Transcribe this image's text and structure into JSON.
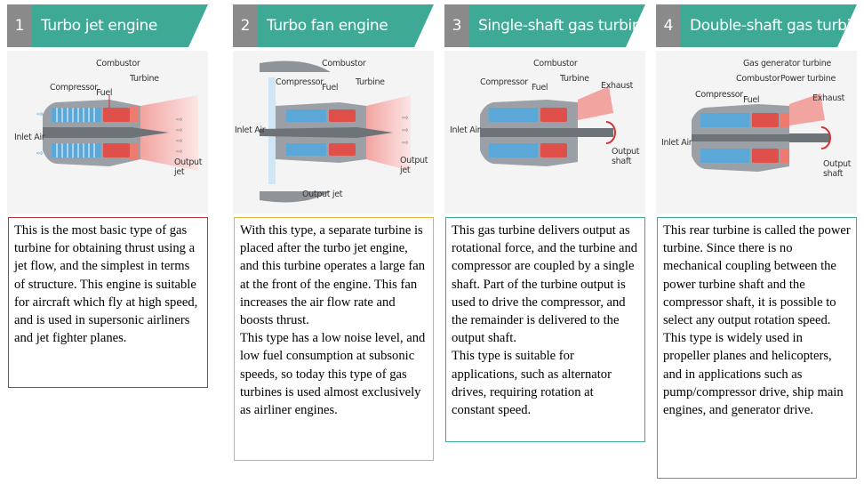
{
  "cards": [
    {
      "number": "1",
      "title": "Turbo jet engine",
      "labels": {
        "combustor": "Combustor",
        "turbine": "Turbine",
        "compressor": "Compressor",
        "fuel": "Fuel",
        "inlet_air": "Inlet Air",
        "output_jet": "Output\njet"
      },
      "description": "This is the most basic type of gas turbine for obtaining thrust using a jet flow, and the simplest in terms of structure. This engine is suitable for aircraft which fly at high speed, and is used in supersonic airliners and jet fighter planes.",
      "border_color": "#b33a3a"
    },
    {
      "number": "2",
      "title": "Turbo fan engine",
      "labels": {
        "combustor": "Combustor",
        "compressor": "Compressor",
        "fuel": "Fuel",
        "turbine": "Turbine",
        "inlet_air": "Inlet Air",
        "output_jet_right": "Output\njet",
        "output_jet_bottom": "Output jet"
      },
      "description": "With this type, a separate turbine is placed after the turbo jet engine, and this turbine operates a large fan at the front of the engine. This fan increases the air flow rate and boosts thrust.\nThis type has a low noise level, and low fuel consumption at subsonic speeds, so today this type of gas turbines is used almost exclusively as airliner engines.",
      "border_color": "#e3b23c"
    },
    {
      "number": "3",
      "title": "Single-shaft gas turbine",
      "labels": {
        "combustor": "Combustor",
        "compressor": "Compressor",
        "fuel": "Fuel",
        "turbine": "Turbine",
        "exhaust": "Exhaust",
        "inlet_air": "Inlet Air",
        "output_shaft": "Output\nshaft"
      },
      "description": "This gas turbine delivers output as rotational force, and the turbine and compressor are coupled by a single shaft. Part of the turbine output is used to drive the compressor, and the remainder is delivered to the output shaft.\nThis type is suitable for applications, such as alternator drives, requiring rotation at constant speed.",
      "border_color": "#3eaa96"
    },
    {
      "number": "4",
      "title": "Double-shaft gas turbine",
      "labels": {
        "gas_generator_turbine": "Gas generator turbine",
        "combustor": "Combustor",
        "power_turbine": "Power turbine",
        "compressor": "Compressor",
        "fuel": "Fuel",
        "exhaust": "Exhaust",
        "inlet_air": "Inlet Air",
        "output_shaft": "Output\nshaft"
      },
      "description": "This rear turbine is called the power turbine. Since there is no mechanical coupling between the power turbine shaft and the compressor shaft, it is possible to select any output rotation speed. This type is widely used in propeller planes and helicopters, and in applications such as pump/compressor drive, ship main engines, and generator drive.",
      "border_color": "#3eaa96"
    }
  ],
  "colors": {
    "header_accent": "#3eaa96",
    "header_number_bg": "#8a8a8a",
    "compressor_blue": "#5aa7d8",
    "combustor_red": "#e0504a",
    "engine_gray": "#8f9498"
  }
}
